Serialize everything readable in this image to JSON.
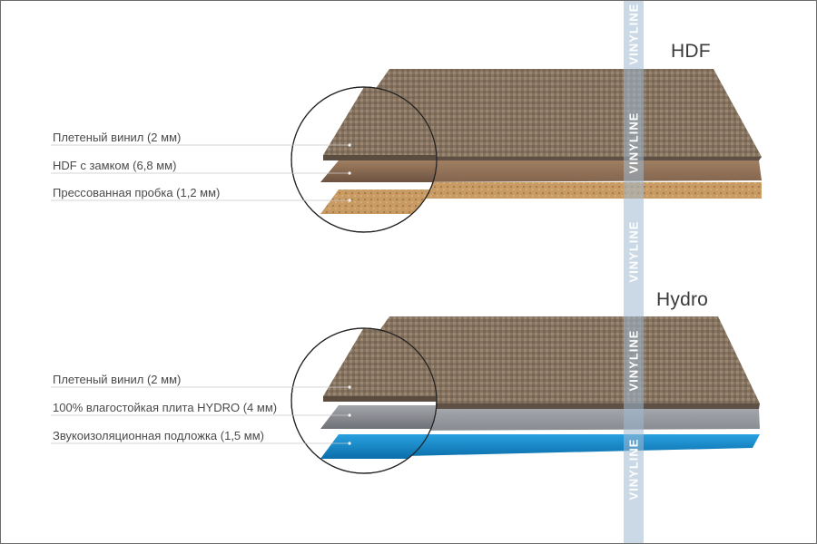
{
  "products": [
    {
      "title": "HDF",
      "layers": [
        {
          "label": "Плетеный винил (2 мм)"
        },
        {
          "label": "HDF с замком (6,8 мм)"
        },
        {
          "label": "Прессованная пробка (1,2 мм)"
        }
      ]
    },
    {
      "title": "Hydro",
      "layers": [
        {
          "label": "Плетеный винил (2 мм)"
        },
        {
          "label": "100% влагостойкая плита HYDRO (4 мм)"
        },
        {
          "label": "Звукоизоляционная подложка (1,5 мм)"
        }
      ]
    }
  ],
  "watermark": {
    "text": "VINYLINE"
  },
  "colors": {
    "vinyl": "#8a7765",
    "vinyl_edge": "#5e5044",
    "hdf": "#8d6c52",
    "cork": "#c79a63",
    "hydro_board": "#8f9298",
    "underlay": "#0f84c9",
    "watermark_band": "#a6bcd2"
  }
}
